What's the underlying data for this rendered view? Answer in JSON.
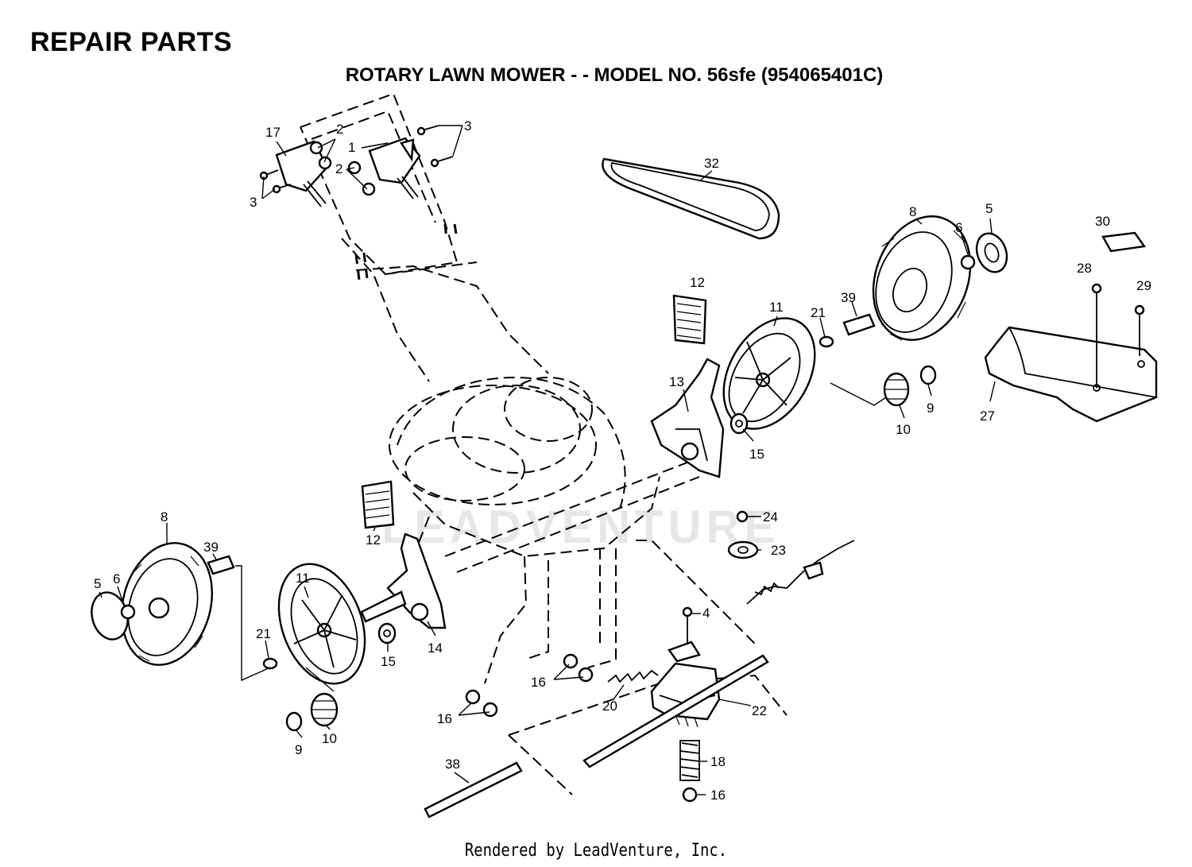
{
  "header": {
    "title": "REPAIR PARTS",
    "subtitle": "ROTARY LAWN MOWER - - MODEL NO. 56sfe (954065401C)"
  },
  "watermark": "LEADVENTURE",
  "footer": "Rendered by LeadVenture, Inc.",
  "callouts": {
    "c1": "1",
    "c2a": "2",
    "c2b": "2",
    "c3a": "3",
    "c3b": "3",
    "c4": "4",
    "c5a": "5",
    "c5b": "5",
    "c6a": "6",
    "c6b": "6",
    "c8a": "8",
    "c8b": "8",
    "c9a": "9",
    "c9b": "9",
    "c10a": "10",
    "c10b": "10",
    "c11a": "11",
    "c11b": "11",
    "c12a": "12",
    "c12b": "12",
    "c13": "13",
    "c14": "14",
    "c15a": "15",
    "c15b": "15",
    "c16a": "16",
    "c16b": "16",
    "c16c": "16",
    "c17": "17",
    "c18": "18",
    "c20": "20",
    "c21a": "21",
    "c21b": "21",
    "c22": "22",
    "c23": "23",
    "c24": "24",
    "c27": "27",
    "c28": "28",
    "c29": "29",
    "c30": "30",
    "c32": "32",
    "c38": "38",
    "c39a": "39",
    "c39b": "39"
  }
}
